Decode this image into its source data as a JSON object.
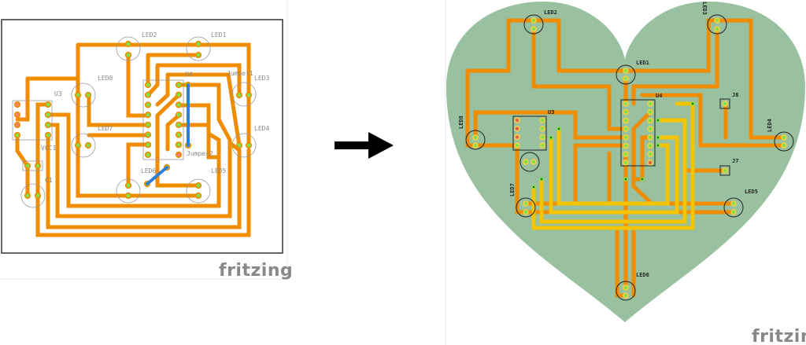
{
  "original_board": {
    "labels": {
      "led1": "LED1",
      "led2": "LED2",
      "led3": "LED3",
      "led4": "LED4",
      "led5": "LED5",
      "led6": "LED6",
      "led7": "LED7",
      "led8": "LED8",
      "u3": "U3",
      "u4": "U4",
      "vcc1": "VCC1",
      "c1": "C1",
      "jumper1": "Jumper1",
      "jumper2": "Jumper2"
    },
    "logo": "fritzing"
  },
  "heart_board": {
    "labels": {
      "led1": "LED1",
      "led2": "LED2",
      "led3": "LED3",
      "led4": "LED4",
      "led5": "LED5",
      "led6": "LED6",
      "led7": "LED7",
      "led8": "LED8",
      "u3": "U3",
      "u4": "U4",
      "j7": "J7",
      "j8": "J8"
    },
    "logo": "fritzing"
  },
  "arrow_icon": "right-arrow",
  "colors": {
    "trace": "#f08c00",
    "trace_top": "#f5c400",
    "jumper": "#2f7fd6",
    "board": "#99c1a0",
    "pad": "#7ee04a"
  }
}
